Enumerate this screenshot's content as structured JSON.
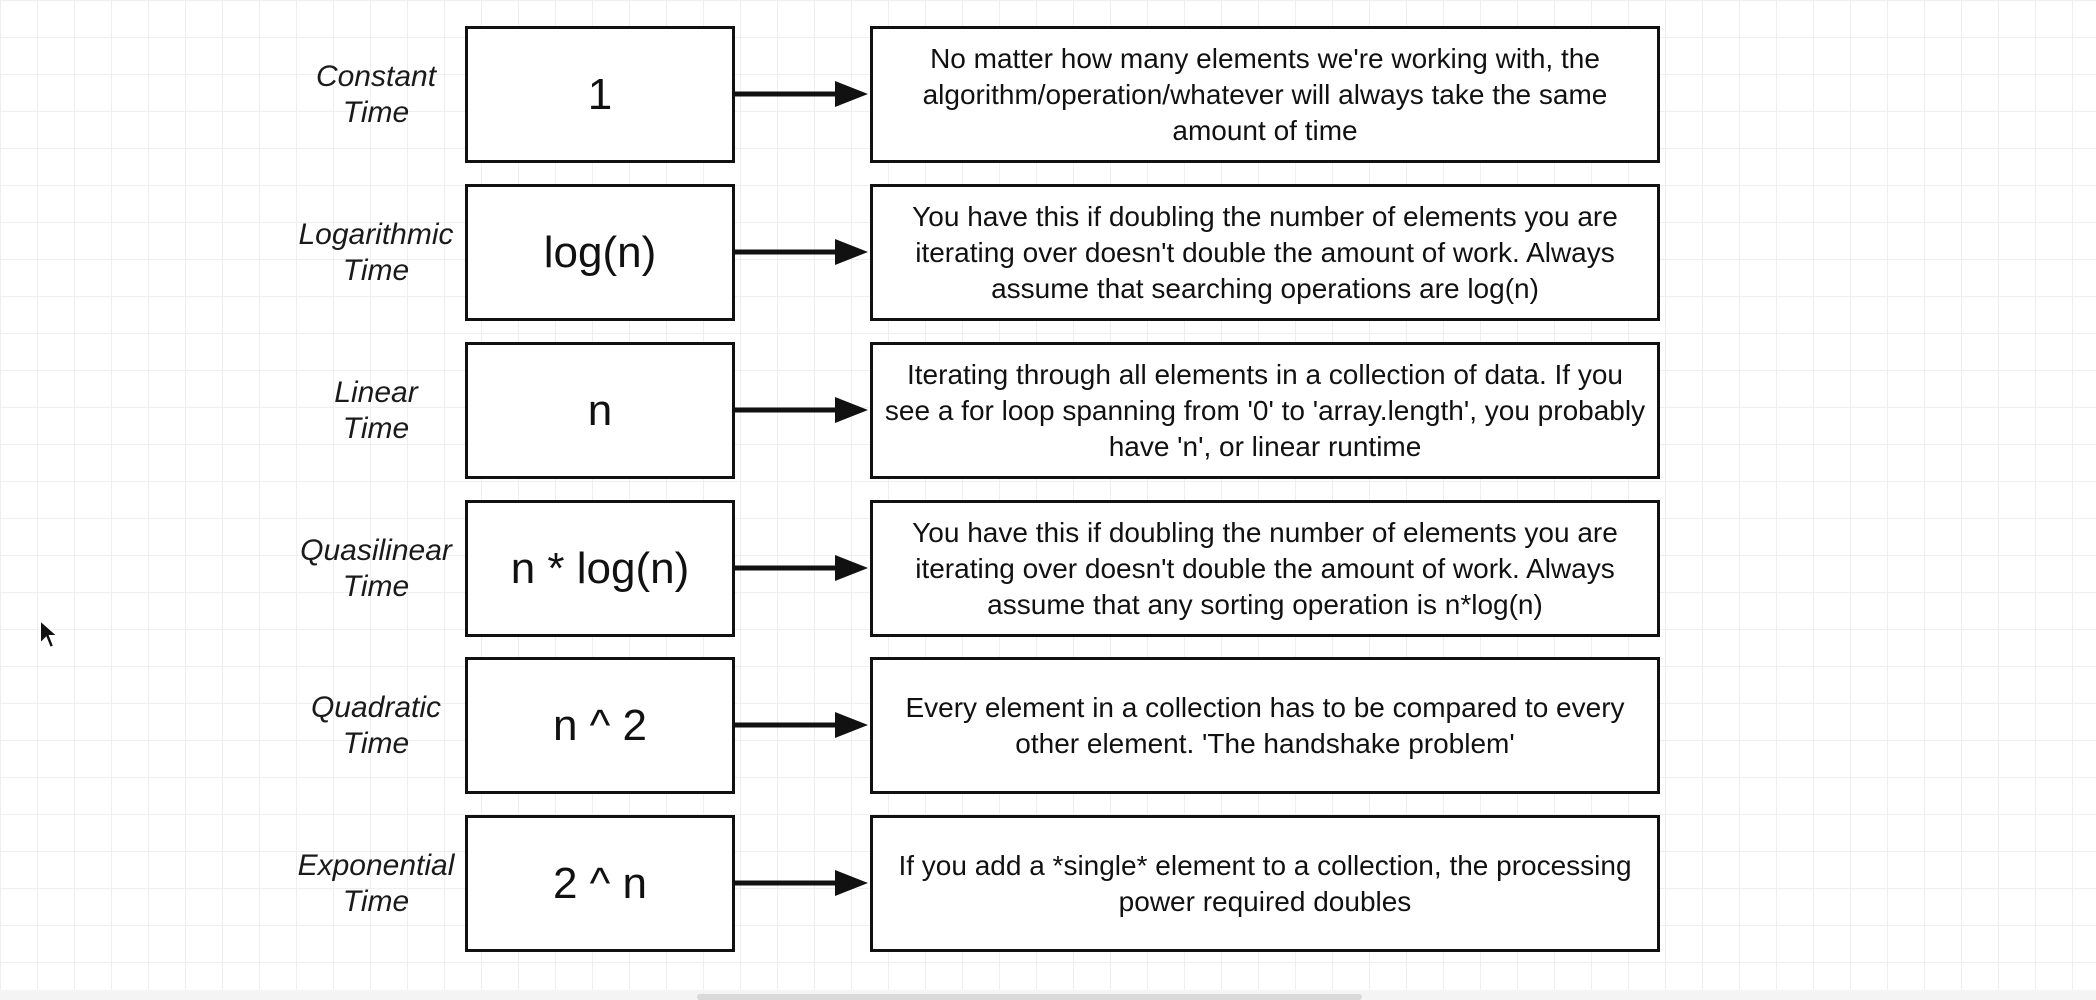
{
  "rows": [
    {
      "label_line1": "Constant",
      "label_line2": "Time",
      "complexity": "1",
      "description": "No matter how many elements we're working with, the algorithm/operation/whatever will always take the same amount of time"
    },
    {
      "label_line1": "Logarithmic",
      "label_line2": "Time",
      "complexity": "log(n)",
      "description": "You have this if doubling the number of elements you are iterating over doesn't double the amount of work.  Always assume that searching operations are log(n)"
    },
    {
      "label_line1": "Linear",
      "label_line2": "Time",
      "complexity": "n",
      "description": "Iterating through all elements in a collection of data.  If you see a for loop spanning from '0' to 'array.length', you probably have 'n', or linear runtime"
    },
    {
      "label_line1": "Quasilinear",
      "label_line2": "Time",
      "complexity": "n * log(n)",
      "description": "You have this if doubling the number of elements you are iterating over doesn't double the amount of work.  Always assume that any sorting operation is n*log(n)"
    },
    {
      "label_line1": "Quadratic",
      "label_line2": "Time",
      "complexity": "n ^ 2",
      "description": "Every element in a collection has to be compared to every other element.  'The handshake problem'"
    },
    {
      "label_line1": "Exponential",
      "label_line2": "Time",
      "complexity": "2 ^ n",
      "description": "If you add a *single* element to a collection, the processing power required doubles"
    }
  ],
  "colors": {
    "stroke": "#111111",
    "grid": "#efefef",
    "background": "#ffffff"
  },
  "icons": {
    "cursor": "mouse-pointer-icon",
    "arrow": "right-arrow-icon"
  }
}
